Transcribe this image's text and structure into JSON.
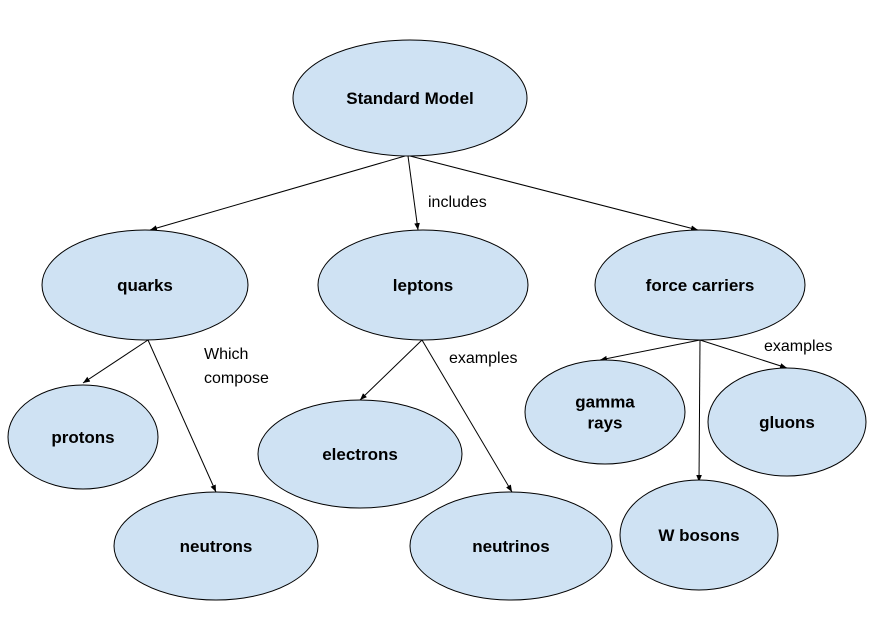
{
  "nodes": [
    {
      "id": "standard-model",
      "lines": [
        "Standard Model"
      ]
    },
    {
      "id": "quarks",
      "lines": [
        "quarks"
      ]
    },
    {
      "id": "leptons",
      "lines": [
        "leptons"
      ]
    },
    {
      "id": "force-carriers",
      "lines": [
        "force carriers"
      ]
    },
    {
      "id": "protons",
      "lines": [
        "protons"
      ]
    },
    {
      "id": "neutrons",
      "lines": [
        "neutrons"
      ]
    },
    {
      "id": "electrons",
      "lines": [
        "electrons"
      ]
    },
    {
      "id": "neutrinos",
      "lines": [
        "neutrinos"
      ]
    },
    {
      "id": "gamma-rays",
      "lines": [
        "gamma",
        "rays"
      ]
    },
    {
      "id": "w-bosons",
      "lines": [
        "W bosons"
      ]
    },
    {
      "id": "gluons",
      "lines": [
        "gluons"
      ]
    }
  ],
  "edges": [
    {
      "from": "standard-model",
      "to": "quarks"
    },
    {
      "from": "standard-model",
      "to": "leptons"
    },
    {
      "from": "standard-model",
      "to": "force-carriers"
    },
    {
      "from": "quarks",
      "to": "protons"
    },
    {
      "from": "quarks",
      "to": "neutrons"
    },
    {
      "from": "leptons",
      "to": "electrons"
    },
    {
      "from": "leptons",
      "to": "neutrinos"
    },
    {
      "from": "force-carriers",
      "to": "gamma-rays"
    },
    {
      "from": "force-carriers",
      "to": "w-bosons"
    },
    {
      "from": "force-carriers",
      "to": "gluons"
    }
  ],
  "edge_labels": [
    {
      "id": "includes",
      "lines": [
        "includes"
      ]
    },
    {
      "id": "which-compose",
      "lines": [
        "Which",
        "compose"
      ]
    },
    {
      "id": "examples-leptons",
      "lines": [
        "examples"
      ]
    },
    {
      "id": "examples-force",
      "lines": [
        "examples"
      ]
    }
  ],
  "colors": {
    "node_fill": "#cfe2f3",
    "stroke": "#000000"
  }
}
